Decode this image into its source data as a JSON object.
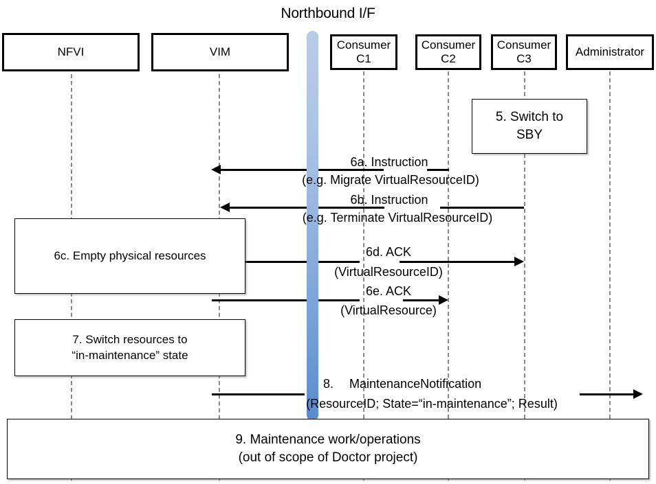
{
  "diagram": {
    "title": "Northbound I/F",
    "type": "uml-sequence-diagram"
  },
  "participants": [
    {
      "id": "nfvi",
      "label_line1": "NFVI",
      "label_line2": ""
    },
    {
      "id": "vim",
      "label_line1": "VIM",
      "label_line2": ""
    },
    {
      "id": "c1",
      "label_line1": "Consumer",
      "label_line2": "C1"
    },
    {
      "id": "c2",
      "label_line1": "Consumer",
      "label_line2": "C2"
    },
    {
      "id": "c3",
      "label_line1": "Consumer",
      "label_line2": "C3"
    },
    {
      "id": "admin",
      "label_line1": "Administrator",
      "label_line2": ""
    }
  ],
  "notes": [
    {
      "id": "note5",
      "line1": "5. Switch to",
      "line2": "SBY"
    },
    {
      "id": "note6c",
      "line1": "6c. Empty physical resources",
      "line2": ""
    },
    {
      "id": "note7",
      "line1": "7. Switch resources to",
      "line2": "“in-maintenance” state"
    },
    {
      "id": "note9",
      "line1": "9. Maintenance work/operations",
      "line2": "(out of scope of Doctor project)"
    }
  ],
  "messages": [
    {
      "id": "m6a",
      "label_line1": "6a. Instruction",
      "label_line2": "(e.g. Migrate VirtualResourceID)",
      "from": "c2",
      "to": "vim",
      "direction": "left"
    },
    {
      "id": "m6b",
      "label_line1": "6b. Instruction",
      "label_line2": "(e.g. Terminate VirtualResourceID)",
      "from": "c3",
      "to": "vim",
      "direction": "left"
    },
    {
      "id": "m6d",
      "label_line1": "6d. ACK",
      "label_line2": "(VirtualResourceID)",
      "from": "vim",
      "to": "c3",
      "direction": "right"
    },
    {
      "id": "m6e",
      "label_line1": "6e. ACK",
      "label_line2": "(VirtualResource)",
      "from": "vim",
      "to": "c2",
      "direction": "right"
    },
    {
      "id": "m8",
      "label_line1": "8.  MaintenanceNotification",
      "label_line2": "(ResourceID; State=“in-maintenance”; Result)",
      "from": "vim",
      "to": "admin",
      "direction": "right"
    }
  ],
  "colors": {
    "interface_bar_top": "#b8cce8",
    "interface_bar_bottom": "#5b8bcb",
    "lifeline": "#8a8a8a",
    "stroke": "#000000",
    "background": "#ffffff"
  }
}
